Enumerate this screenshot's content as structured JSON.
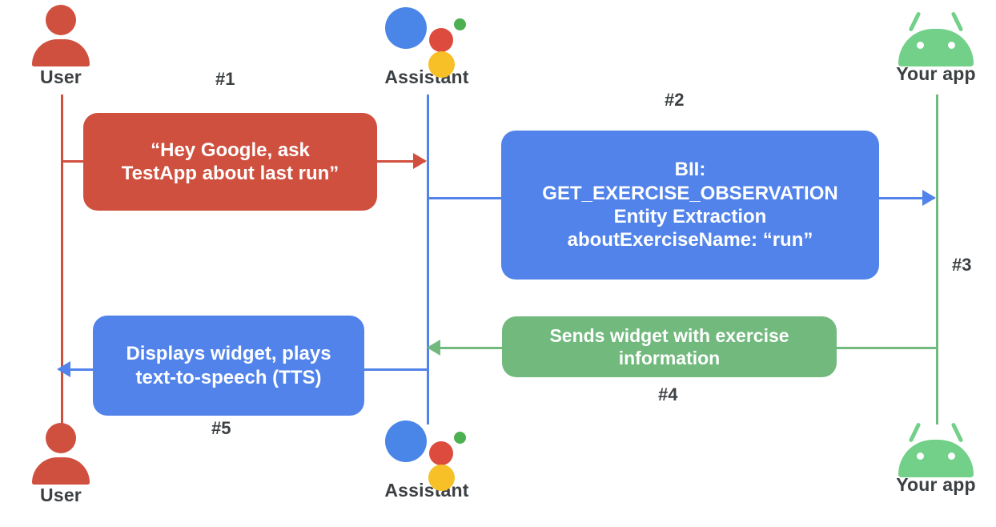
{
  "diagram": {
    "title": "Google Assistant App Actions sequence diagram",
    "colors": {
      "user_red": "#d0503f",
      "assistant_blue": "#5183ea",
      "app_green": "#72b97e",
      "android_green": "#72d089",
      "assistant_dot_blue": "#4a86e8",
      "assistant_dot_red": "#dd4b3e",
      "assistant_dot_green": "#4caf50",
      "assistant_dot_yellow": "#f6c026",
      "label_gray": "#3c4043",
      "background": "#ffffff"
    },
    "actors": {
      "user_top": {
        "label": "User",
        "icon": "user-icon"
      },
      "assistant_top": {
        "label": "Assistant",
        "icon": "google-assistant-icon"
      },
      "app_top": {
        "label": "Your app",
        "icon": "android-icon"
      },
      "user_bottom": {
        "label": "User",
        "icon": "user-icon"
      },
      "assistant_bottom": {
        "label": "Assistant",
        "icon": "google-assistant-icon"
      },
      "app_bottom": {
        "label": "Your app",
        "icon": "android-icon"
      }
    },
    "steps": [
      {
        "id": "step-1",
        "number": "#1"
      },
      {
        "id": "step-2",
        "number": "#2"
      },
      {
        "id": "step-3",
        "number": "#3"
      },
      {
        "id": "step-4",
        "number": "#4"
      },
      {
        "id": "step-5",
        "number": "#5"
      }
    ],
    "messages": {
      "user_query": {
        "color": "red",
        "lines": [
          "“Hey Google, ask",
          "TestApp about last run”"
        ]
      },
      "bii_intent": {
        "color": "blue",
        "lines": [
          "BII:",
          "GET_EXERCISE_OBSERVATION",
          "Entity Extraction",
          "aboutExerciseName: “run”"
        ]
      },
      "app_response": {
        "color": "green",
        "lines": [
          "Sends widget with exercise",
          "information"
        ]
      },
      "assistant_output": {
        "color": "blue",
        "lines": [
          "Displays widget, plays",
          "text-to-speech (TTS)"
        ]
      }
    }
  }
}
